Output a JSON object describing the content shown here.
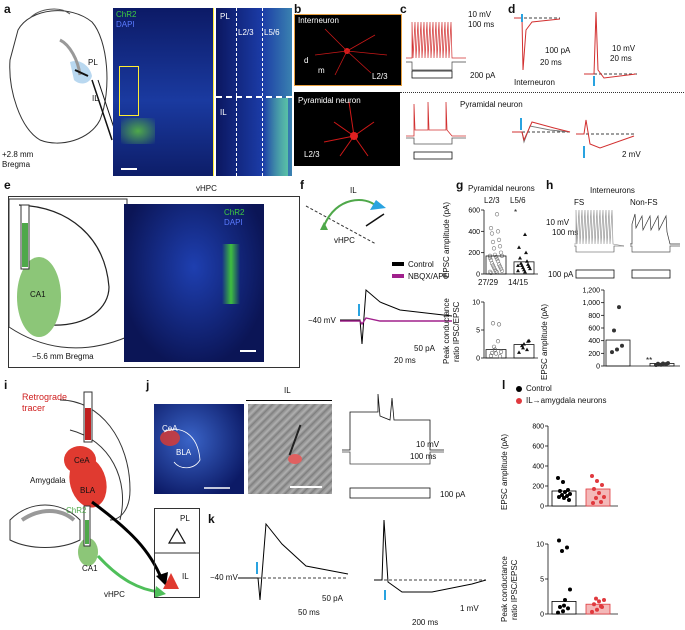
{
  "panels": {
    "a": {
      "letter": "a",
      "pl": "PL",
      "il": "IL",
      "bregma": "+2.8 mm\nBregma",
      "bregma1": "+2.8 mm",
      "bregma2": "Bregma",
      "chr2": "ChR2",
      "dapi": "DAPI",
      "zoom_pl": "PL",
      "zoom_il": "IL",
      "zoom_l23": "L2/3",
      "zoom_l56": "L5/6"
    },
    "b": {
      "letter": "b",
      "interneuron": "Interneuron",
      "l23_top": "L2/3",
      "d": "d",
      "m": "m",
      "pyramidal": "Pyramidal neuron",
      "l23_bottom": "L2/3"
    },
    "c": {
      "letter": "c",
      "v_scale": "10 mV",
      "t_scale": "100 ms",
      "i_scale": "200 pA"
    },
    "d": {
      "letter": "d",
      "i_scale": "100 pA",
      "t_scale1": "20 ms",
      "v_scale": "10 mV",
      "t_scale2": "20 ms",
      "interneuron": "Interneuron",
      "pyramidal": "Pyramidal neuron",
      "v_scale2": "2 mV"
    },
    "e": {
      "letter": "e",
      "vhpc": "vHPC",
      "ca1": "CA1",
      "bregma": "−5.6 mm Bregma",
      "chr2": "ChR2",
      "dapi": "DAPI"
    },
    "f": {
      "letter": "f",
      "il": "IL",
      "vhpc": "vHPC",
      "legend": [
        {
          "label": "Control",
          "color": "#000000"
        },
        {
          "label": "NBQX/AP5",
          "color": "#a0208c"
        }
      ],
      "hold": "−40 mV",
      "i_scale": "50 pA",
      "t_scale": "20 ms"
    },
    "g": {
      "letter": "g",
      "title": "Pyramidal neurons",
      "col1": "L2/3",
      "col2": "L5/6",
      "ylabel_top": "EPSC amplitude (pA)",
      "ylabel_bottom": "Peak conductance\nratio IPSC/EPSC",
      "ylabel_b1": "Peak conductance",
      "ylabel_b2": "ratio IPSC/EPSC",
      "count1": "27/29",
      "count2": "14/15",
      "star": "*",
      "yticks_top": [
        "0",
        "200",
        "400",
        "600"
      ],
      "yticks_bottom": [
        "0",
        "5",
        "10"
      ]
    },
    "h": {
      "letter": "h",
      "title": "Interneurons",
      "fs": "FS",
      "nonfs": "Non-FS",
      "v_scale": "10 mV",
      "t_scale": "100 ms",
      "i_scale": "100 pA",
      "ylabel": "EPSC amplitude (pA)",
      "yticks": [
        "0",
        "200",
        "400",
        "600",
        "800",
        "1,000",
        "1,200"
      ],
      "stars": "**"
    },
    "i": {
      "letter": "i",
      "tracer": "Retrograde\ntracer",
      "tracer1": "Retrograde",
      "tracer2": "tracer",
      "cea": "CeA",
      "bla": "BLA",
      "amygdala": "Amygdala",
      "chr2": "ChR2",
      "pl": "PL",
      "il": "IL",
      "ca1": "CA1",
      "vhpc": "vHPC"
    },
    "j": {
      "letter": "j",
      "il": "IL",
      "cea": "CeA",
      "bla": "BLA",
      "v_scale": "10 mV",
      "t_scale": "100 ms",
      "i_scale": "100 pA"
    },
    "k": {
      "letter": "k",
      "hold": "−40 mV",
      "i_scale": "50 pA",
      "t_scale1": "50 ms",
      "v_scale": "1 mV",
      "t_scale2": "200 ms"
    },
    "l": {
      "letter": "l",
      "legend": [
        {
          "label": "Control",
          "color": "#000000"
        },
        {
          "label": "IL→amygdala neurons",
          "color": "#e0393e"
        }
      ],
      "ylabel_top": "EPSC amplitude (pA)",
      "ylabel_b1": "Peak conductance",
      "ylabel_b2": "ratio IPSC/EPSC",
      "yticks_top": [
        "0",
        "200",
        "400",
        "600",
        "800"
      ],
      "yticks_bottom": [
        "0",
        "5",
        "10"
      ]
    }
  },
  "chart_data": [
    {
      "type": "scatter",
      "panel": "g-top",
      "title": "Pyramidal neurons",
      "ylabel": "EPSC amplitude (pA)",
      "ylim": [
        0,
        600
      ],
      "series": [
        {
          "name": "L2/3",
          "values": [
            170,
            560,
            430,
            400,
            380,
            320,
            300,
            260,
            240,
            200,
            180,
            170,
            160,
            150,
            140,
            130,
            120,
            100,
            90,
            80,
            70,
            60,
            50,
            40,
            30,
            25,
            20,
            15,
            10
          ]
        },
        {
          "name": "L5/6",
          "values": [
            80,
            370,
            250,
            200,
            150,
            120,
            100,
            90,
            80,
            70,
            60,
            50,
            40,
            30,
            20
          ]
        }
      ]
    },
    {
      "type": "bar",
      "panel": "g-bottom",
      "ylabel": "Peak conductance ratio IPSC/EPSC",
      "ylim": [
        0,
        10
      ],
      "categories": [
        "L2/3",
        "L5/6"
      ],
      "values": [
        1.5,
        2.4
      ]
    },
    {
      "type": "bar",
      "panel": "h",
      "ylabel": "EPSC amplitude (pA)",
      "ylim": [
        0,
        1200
      ],
      "categories": [
        "FS",
        "Non-FS"
      ],
      "values": [
        410,
        40
      ]
    },
    {
      "type": "bar",
      "panel": "l-top",
      "ylabel": "EPSC amplitude (pA)",
      "ylim": [
        0,
        800
      ],
      "categories": [
        "Control",
        "IL→amygdala neurons"
      ],
      "values": [
        150,
        170
      ]
    },
    {
      "type": "bar",
      "panel": "l-bottom",
      "ylabel": "Peak conductance ratio IPSC/EPSC",
      "ylim": [
        0,
        10
      ],
      "categories": [
        "Control",
        "IL→amygdala neurons"
      ],
      "values": [
        1.8,
        1.4
      ]
    }
  ]
}
